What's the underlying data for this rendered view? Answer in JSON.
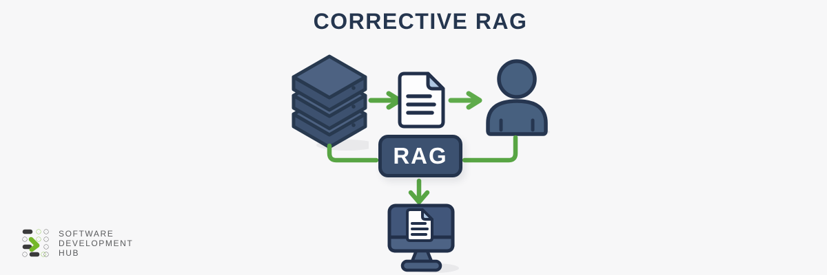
{
  "title": "CORRECTIVE RAG",
  "diagram": {
    "rag_label": "RAG",
    "flow": [
      "database",
      "document",
      "user",
      "rag",
      "monitor-document"
    ],
    "icons": [
      "database-icon",
      "document-icon",
      "user-icon",
      "monitor-document-icon",
      "arrow-right-icon",
      "arrow-down-icon",
      "elbow-connector"
    ]
  },
  "logo": {
    "line1": "SOFTWARE",
    "line2": "DEVELOPMENT",
    "line3": "HUB"
  },
  "colors": {
    "background": "#f7f7f8",
    "title": "#25364f",
    "outline_navy": "#24344d",
    "fill_slate": "#44597a",
    "fill_slate_light": "#4d6282",
    "green": "#58a544",
    "document_fold": "#aec7e2",
    "page_white": "#fdfdfe",
    "rag_box_fill": "#3c5170",
    "logo_green": "#76b82a",
    "logo_dark": "#3b3b3c",
    "logo_text": "#58595b"
  }
}
